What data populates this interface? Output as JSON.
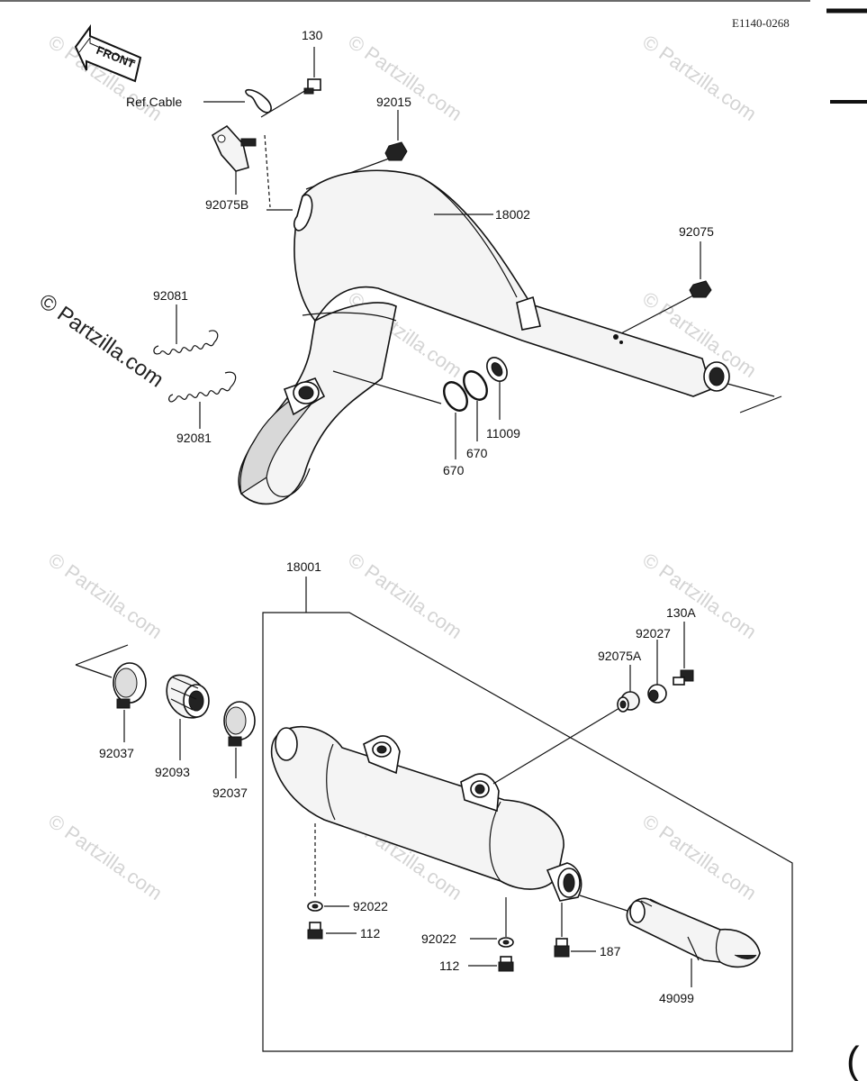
{
  "diagram_code": "E1140-0268",
  "front_label": "FRONT",
  "watermark": "© Partzilla.com",
  "callouts": {
    "p130": "130",
    "ref_cable": "Ref.Cable",
    "p92015": "92015",
    "p92075b": "92075B",
    "p18002": "18002",
    "p92075": "92075",
    "p92081_top": "92081",
    "p92081_bottom": "92081",
    "p670_a": "670",
    "p670_b": "670",
    "p11009": "11009",
    "p18001": "18001",
    "p130a": "130A",
    "p92027": "92027",
    "p92075a": "92075A",
    "p92037_left": "92037",
    "p92093": "92093",
    "p92037_right": "92037",
    "p92022_left": "92022",
    "p112_left": "112",
    "p92022_right": "92022",
    "p112_right": "112",
    "p187": "187",
    "p49099": "49099"
  }
}
